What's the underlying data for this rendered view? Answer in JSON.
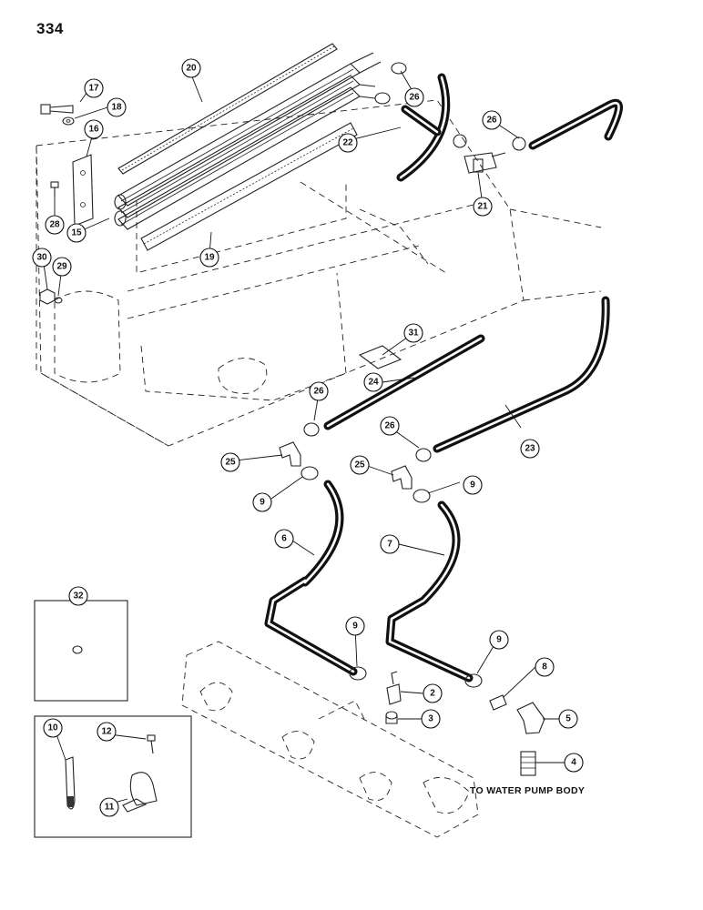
{
  "page_number": "334",
  "note": "TO WATER PUMP BODY",
  "callouts": [
    {
      "id": "c2",
      "label": "2"
    },
    {
      "id": "c3",
      "label": "3"
    },
    {
      "id": "c4",
      "label": "4"
    },
    {
      "id": "c5",
      "label": "5"
    },
    {
      "id": "c6",
      "label": "6"
    },
    {
      "id": "c7",
      "label": "7"
    },
    {
      "id": "c8",
      "label": "8"
    },
    {
      "id": "c9a",
      "label": "9"
    },
    {
      "id": "c9b",
      "label": "9"
    },
    {
      "id": "c9c",
      "label": "9"
    },
    {
      "id": "c9d",
      "label": "9"
    },
    {
      "id": "c10",
      "label": "10"
    },
    {
      "id": "c11",
      "label": "11"
    },
    {
      "id": "c12",
      "label": "12"
    },
    {
      "id": "c15",
      "label": "15"
    },
    {
      "id": "c16",
      "label": "16"
    },
    {
      "id": "c17",
      "label": "17"
    },
    {
      "id": "c18",
      "label": "18"
    },
    {
      "id": "c19",
      "label": "19"
    },
    {
      "id": "c20",
      "label": "20"
    },
    {
      "id": "c21",
      "label": "21"
    },
    {
      "id": "c22",
      "label": "22"
    },
    {
      "id": "c23",
      "label": "23"
    },
    {
      "id": "c24",
      "label": "24"
    },
    {
      "id": "c25a",
      "label": "25"
    },
    {
      "id": "c25b",
      "label": "25"
    },
    {
      "id": "c26a",
      "label": "26"
    },
    {
      "id": "c26b",
      "label": "26"
    },
    {
      "id": "c26c",
      "label": "26"
    },
    {
      "id": "c26d",
      "label": "26"
    },
    {
      "id": "c28",
      "label": "28"
    },
    {
      "id": "c29",
      "label": "29"
    },
    {
      "id": "c30",
      "label": "30"
    },
    {
      "id": "c31",
      "label": "31"
    },
    {
      "id": "c32",
      "label": "32"
    }
  ]
}
